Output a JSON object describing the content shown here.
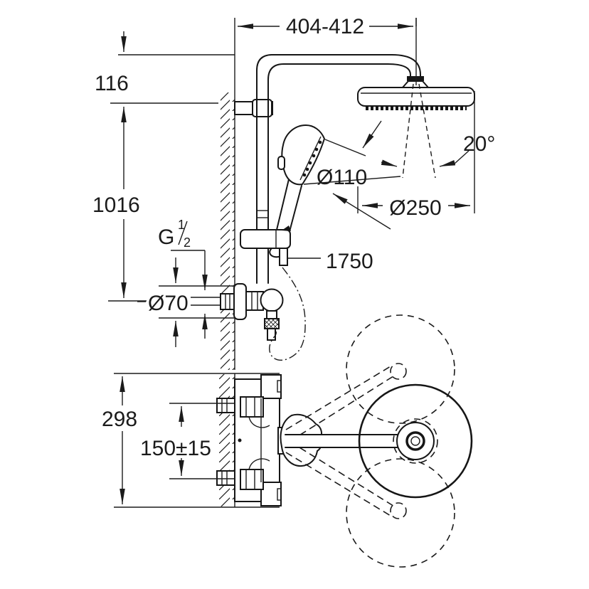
{
  "drawing": {
    "dimensions": {
      "top_width": "404-412",
      "pipe_top_offset": "116",
      "rail_height": "1016",
      "thread_letter": "G",
      "thread_numerator": "1",
      "thread_denominator": "2",
      "supply_diameter": "Ø70",
      "hose_length": "1750",
      "hand_shower_diameter": "Ø110",
      "head_shower_diameter": "Ø250",
      "spray_angle": "20°",
      "depth": "298",
      "connection_spacing": "150±15"
    },
    "colors": {
      "line": "#161616",
      "background": "#ffffff"
    }
  }
}
